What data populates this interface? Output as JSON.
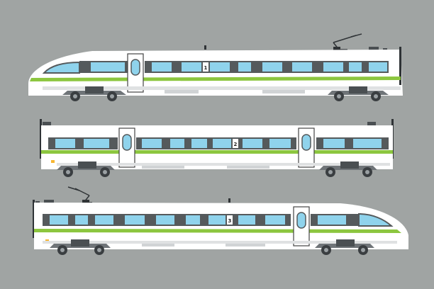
{
  "background_color": "#a0a4a3",
  "colors": {
    "body": "#ffffff",
    "stripe": "#8cc63f",
    "window": "#8fd3ec",
    "window_frame": "#555a5c",
    "underframe": "#6f7478",
    "bogie": "#4a4f52",
    "wheel": "#3a3e41",
    "pantograph": "#2f3336",
    "door_outline": "#444444",
    "headlight": "#f7b733"
  },
  "cars": [
    {
      "number": "1",
      "type": "front-end-car",
      "nose": "left"
    },
    {
      "number": "2",
      "type": "middle-car",
      "nose": "none"
    },
    {
      "number": "3",
      "type": "rear-end-car",
      "nose": "right"
    }
  ]
}
